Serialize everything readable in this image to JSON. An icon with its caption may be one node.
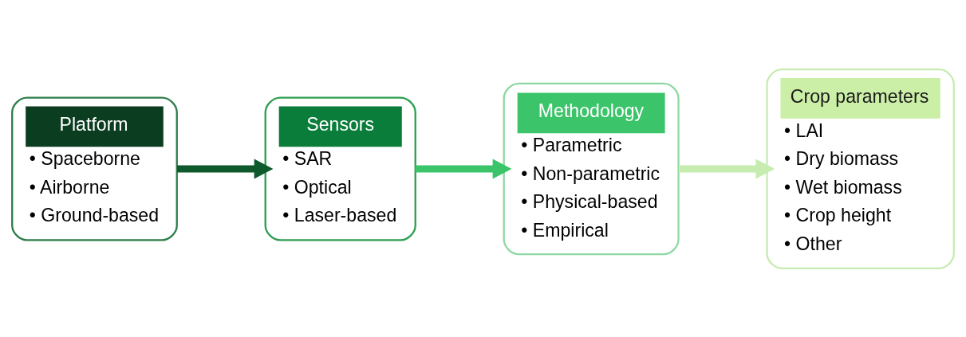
{
  "diagram": {
    "nodes": [
      {
        "text": [
          "Platform",
          "• Spaceborne",
          "• Airborne",
          "• Ground-based"
        ]
      },
      {
        "text": [
          "Sensors",
          "• SAR",
          "• Optical",
          "• Laser-based"
        ]
      },
      {
        "text": [
          "Methodology",
          "• Parametric",
          "• Non-parametric",
          "• Physical-based",
          "• Empirical"
        ]
      },
      {
        "text": [
          "Crop parameters",
          "• LAI",
          "• Dry biomass",
          "• Wet biomass",
          "• Crop height",
          "• Other"
        ]
      }
    ],
    "edges": [
      {
        "from": 0,
        "to": 1,
        "arrow": "to",
        "color": "#0f5a2c"
      },
      {
        "from": 1,
        "to": 2,
        "arrow": "to",
        "color": "#3cc46a"
      },
      {
        "from": 2,
        "to": 3,
        "arrow": "to",
        "color": "#c6ecb0"
      }
    ]
  }
}
